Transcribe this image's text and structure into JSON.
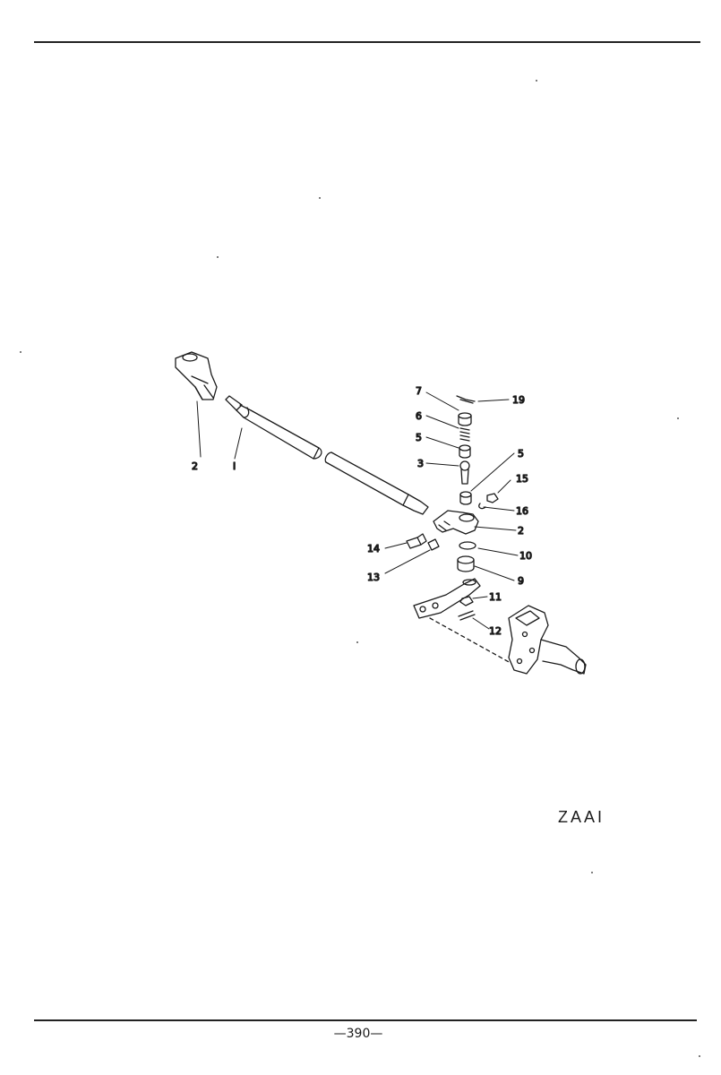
{
  "header": {
    "title": ""
  },
  "figure": {
    "code": "ZAAI",
    "callouts": [
      {
        "id": "c-2a",
        "text": "2"
      },
      {
        "id": "c-1",
        "text": "I"
      },
      {
        "id": "c-7",
        "text": "7"
      },
      {
        "id": "c-19",
        "text": "19"
      },
      {
        "id": "c-6",
        "text": "6"
      },
      {
        "id": "c-5a",
        "text": "5"
      },
      {
        "id": "c-3",
        "text": "3"
      },
      {
        "id": "c-5b",
        "text": "5"
      },
      {
        "id": "c-15",
        "text": "15"
      },
      {
        "id": "c-16",
        "text": "16"
      },
      {
        "id": "c-2b",
        "text": "2"
      },
      {
        "id": "c-14",
        "text": "14"
      },
      {
        "id": "c-10",
        "text": "10"
      },
      {
        "id": "c-13",
        "text": "13"
      },
      {
        "id": "c-9",
        "text": "9"
      },
      {
        "id": "c-11",
        "text": "11"
      },
      {
        "id": "c-12",
        "text": "12"
      }
    ]
  },
  "footer": {
    "page_number": "—390—"
  }
}
